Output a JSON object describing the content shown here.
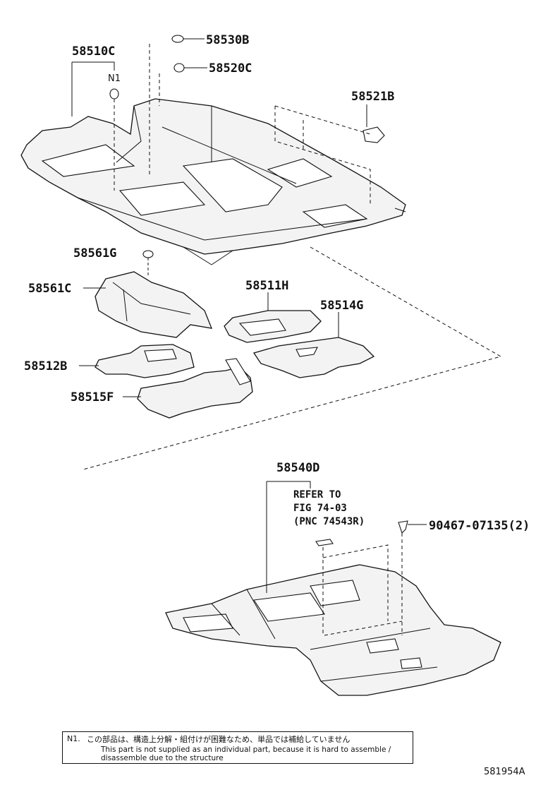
{
  "labels": {
    "p58510C": "58510C",
    "p58530B": "58530B",
    "p58520C": "58520C",
    "n1": "N1",
    "p58521B": "58521B",
    "p58561G": "58561G",
    "p58561C": "58561C",
    "p58511H": "58511H",
    "p58514G": "58514G",
    "p58512B": "58512B",
    "p58515F": "58515F",
    "p58540D": "58540D",
    "refer1": "REFER TO",
    "refer2": "FIG 74-03",
    "refer3": "(PNC 74543R)",
    "p90467": "90467-07135(2)"
  },
  "note": {
    "tag": "N1.",
    "jp": "この部品は、構造上分解・組付けが困難なため、単品では補給していません",
    "en1": "This part is not supplied as an individual part, because it is hard to assemble /",
    "en2": "disassemble due to the structure"
  },
  "figure_id": "581954A"
}
